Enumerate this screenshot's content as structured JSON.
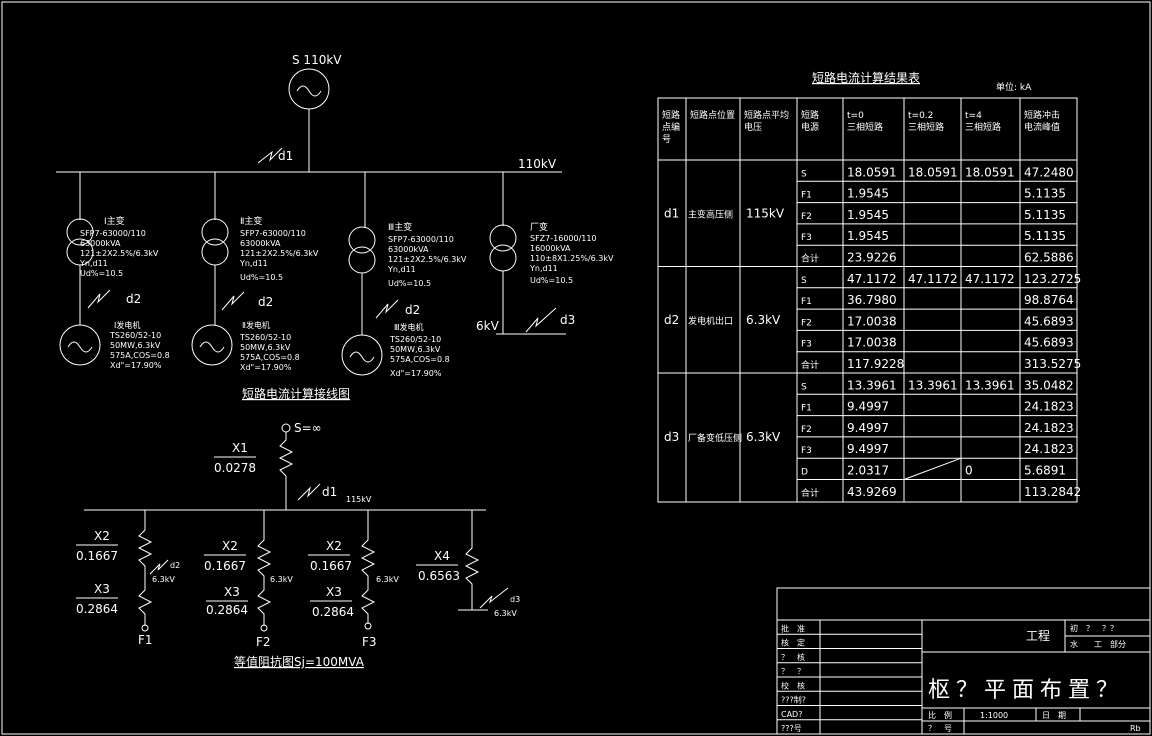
{
  "diagram_top": {
    "source_label": "S  110kV",
    "bus_label": "110kV",
    "d1": "d1",
    "caption": "短路电流计算接线图",
    "branches": [
      {
        "tx_name": "Ⅰ主变",
        "tx_model": "SFP7-63000/110",
        "tx_cap": "63000kVA",
        "tx_ratio": "121±2X2.5%/6.3kV",
        "tx_conn": "Yn,d11",
        "tx_ud": "Ud%=10.5",
        "fault": "d2",
        "gen_name": "Ⅰ发电机",
        "gen_model": "TS260/52-10",
        "gen_rating": "50MW,6.3kV",
        "gen_cos": "575A,COS=0.8",
        "gen_xd": "Xd\"=17.90%"
      },
      {
        "tx_name": "Ⅱ主变",
        "tx_model": "SFP7-63000/110",
        "tx_cap": "63000kVA",
        "tx_ratio": "121±2X2.5%/6.3kV",
        "tx_conn": "Yn,d11",
        "tx_ud": "Ud%=10.5",
        "fault": "d2",
        "gen_name": "Ⅱ发电机",
        "gen_model": "TS260/52-10",
        "gen_rating": "50MW,6.3kV",
        "gen_cos": "575A,COS=0.8",
        "gen_xd": "Xd\"=17.90%"
      },
      {
        "tx_name": "Ⅲ主变",
        "tx_model": "SFP7-63000/110",
        "tx_cap": "63000kVA",
        "tx_ratio": "121±2X2.5%/6.3kV",
        "tx_conn": "Yn,d11",
        "tx_ud": "Ud%=10.5",
        "fault": "d2",
        "gen_name": "Ⅲ发电机",
        "gen_model": "TS260/52-10",
        "gen_rating": "50MW,6.3kV",
        "gen_cos": "575A,COS=0.8",
        "gen_xd": "Xd\"=17.90%"
      },
      {
        "tx_name": "厂变",
        "tx_model": "SFZ7-16000/110",
        "tx_cap": "16000kVA",
        "tx_ratio": "110±8X1.25%/6.3kV",
        "tx_conn": "Yn,d11",
        "tx_ud": "Ud%=10.5",
        "fault": "d3",
        "aux_bus": "6kV"
      }
    ]
  },
  "diagram_bottom": {
    "source_label": "S=∞",
    "x1_name": "X1",
    "x1_val": "0.0278",
    "d1": "d1",
    "bus_label": "115kV",
    "caption": "等值阻抗图Sj=100MVA",
    "left": {
      "x2": "X2",
      "x2v": "0.1667",
      "x3": "X3",
      "x3v": "0.2864",
      "fault": "d2",
      "volt": "6.3kV",
      "out": "F1"
    },
    "mid": {
      "x2": "X2",
      "x2v": "0.1667",
      "x3": "X3",
      "x3v": "0.2864",
      "volt": "6.3kV",
      "out": "F2"
    },
    "right": {
      "x2": "X2",
      "x2v": "0.1667",
      "x3": "X3",
      "x3v": "0.2864",
      "volt": "6.3kV",
      "out": "F3"
    },
    "aux": {
      "x4": "X4",
      "x4v": "0.6563",
      "fault": "d3",
      "volt": "6.3kV"
    }
  },
  "results_table": {
    "title": "短路电流计算结果表",
    "unit": "单位: kA",
    "headers": [
      "短路点编号",
      "短路点位置",
      "短路点平均电压",
      "短路电源",
      "t=0 三相短路",
      "t=0.2 三相短路",
      "t=4 三相短路",
      "短路冲击电流峰值"
    ],
    "groups": [
      {
        "id": "d1",
        "location": "主变高压侧",
        "voltage": "115kV",
        "rows": [
          {
            "src": "S",
            "t0": "18.0591",
            "t02": "18.0591",
            "t4": "18.0591",
            "peak": "47.2480"
          },
          {
            "src": "F1",
            "t0": "1.9545",
            "t02": "",
            "t4": "",
            "peak": "5.1135"
          },
          {
            "src": "F2",
            "t0": "1.9545",
            "t02": "",
            "t4": "",
            "peak": "5.1135"
          },
          {
            "src": "F3",
            "t0": "1.9545",
            "t02": "",
            "t4": "",
            "peak": "5.1135"
          },
          {
            "src": "合计",
            "t0": "23.9226",
            "t02": "",
            "t4": "",
            "peak": "62.5886"
          }
        ]
      },
      {
        "id": "d2",
        "location": "发电机出口",
        "voltage": "6.3kV",
        "rows": [
          {
            "src": "S",
            "t0": "47.1172",
            "t02": "47.1172",
            "t4": "47.1172",
            "peak": "123.2725"
          },
          {
            "src": "F1",
            "t0": "36.7980",
            "t02": "",
            "t4": "",
            "peak": "98.8764"
          },
          {
            "src": "F2",
            "t0": "17.0038",
            "t02": "",
            "t4": "",
            "peak": "45.6893"
          },
          {
            "src": "F3",
            "t0": "17.0038",
            "t02": "",
            "t4": "",
            "peak": "45.6893"
          },
          {
            "src": "合计",
            "t0": "117.9228",
            "t02": "",
            "t4": "",
            "peak": "313.5275"
          }
        ]
      },
      {
        "id": "d3",
        "location": "厂备变低压侧",
        "voltage": "6.3kV",
        "rows": [
          {
            "src": "S",
            "t0": "13.3961",
            "t02": "13.3961",
            "t4": "13.3961",
            "peak": "35.0482"
          },
          {
            "src": "F1",
            "t0": "9.4997",
            "t02": "",
            "t4": "",
            "peak": "24.1823"
          },
          {
            "src": "F2",
            "t0": "9.4997",
            "t02": "",
            "t4": "",
            "peak": "24.1823"
          },
          {
            "src": "F3",
            "t0": "9.4997",
            "t02": "",
            "t4": "",
            "peak": "24.1823"
          },
          {
            "src": "D",
            "t0": "2.0317",
            "t02": "",
            "t4": "0",
            "peak": "5.6891"
          },
          {
            "src": "合计",
            "t0": "43.9269",
            "t02": "",
            "t4": "",
            "peak": "113.2842"
          }
        ]
      }
    ]
  },
  "title_block": {
    "rows": [
      "批　准",
      "核　定",
      "？　核",
      "？　？",
      "校　核",
      "???制?",
      "CAD?",
      "???号"
    ],
    "project": "工程",
    "stage1": "初　？　？？",
    "stage2": "水　　工　部分",
    "drawing_title": "枢？平面布置？",
    "scale_label": "比　例",
    "scale_value": "1:1000",
    "date_label": "日　期",
    "no_label": "？　号",
    "extra": "Rb"
  }
}
